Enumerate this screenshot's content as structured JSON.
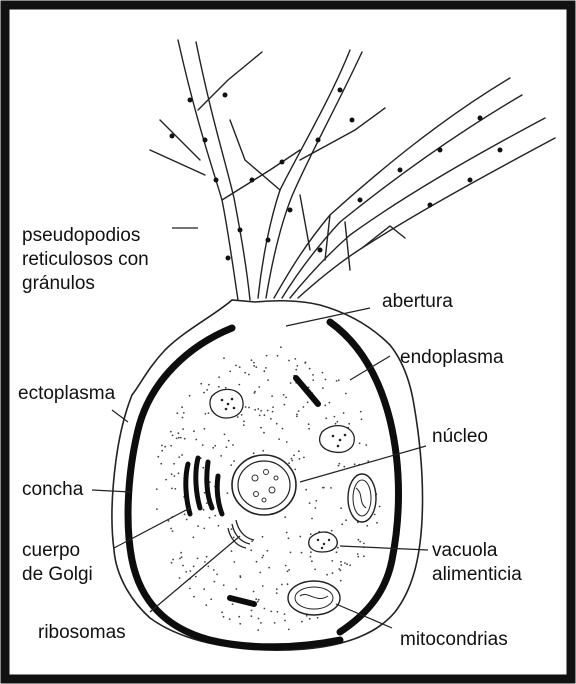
{
  "labels": {
    "pseudopodios_1": "pseudopodios",
    "pseudopodios_2": "reticulosos con",
    "pseudopodios_3": "gránulos",
    "abertura": "abertura",
    "endoplasma": "endoplasma",
    "ectoplasma": "ectoplasma",
    "nucleo": "núcleo",
    "concha": "concha",
    "cuerpo_1": "cuerpo",
    "cuerpo_2": "de Golgi",
    "vacuola_1": "vacuola",
    "vacuola_2": "alimenticia",
    "ribosomas": "ribosomas",
    "mitocondrias": "mitocondrias"
  }
}
